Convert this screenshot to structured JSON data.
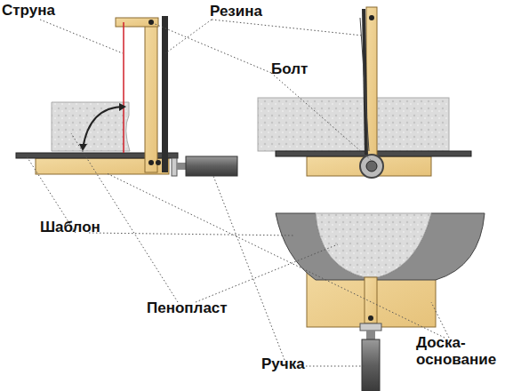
{
  "diagram": {
    "labels": [
      "Струна",
      "Резина",
      "Болт",
      "Шаблон",
      "Пенопласт",
      "Ручка",
      "Доска- основание"
    ]
  }
}
